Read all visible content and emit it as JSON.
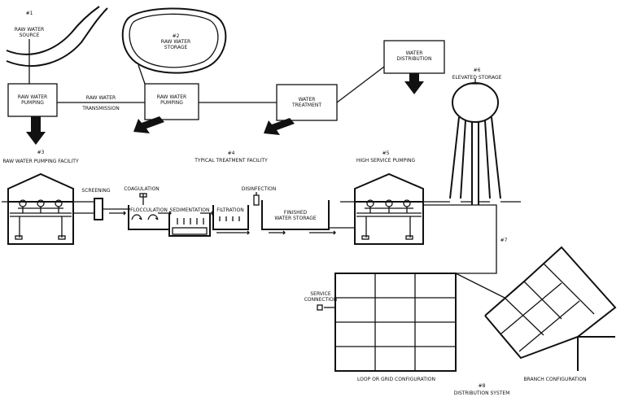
{
  "labels": {
    "raw_source_num": "#1",
    "raw_source_1": "RAW WATER",
    "raw_source_2": "SOURCE",
    "raw_storage_num": "#2",
    "raw_storage_1": "RAW WATER",
    "raw_storage_2": "STORAGE",
    "raw_pumping_1": "RAW WATER",
    "raw_pumping_2": "PUMPING",
    "transmission_1": "RAW WATER",
    "transmission_2": "TRANSMISSION",
    "storage_pumping_1": "RAW WATER",
    "storage_pumping_2": "PUMPING",
    "treatment_1": "WATER",
    "treatment_2": "TREATMENT",
    "distribution_1": "WATER",
    "distribution_2": "DISTRIBUTION",
    "elevated_num": "#6",
    "elevated": "ELEVATED STORAGE",
    "facility_3": "#3",
    "facility_3_title": "RAW WATER PUMPING FACILITY",
    "facility_4": "#4",
    "facility_4_title": "TYPICAL TREATMENT FACILITY",
    "facility_5": "#5",
    "facility_5_title": "HIGH SERVICE PUMPING",
    "screening": "SCREENING",
    "coagulation": "COAGULATION",
    "flocculation": "FLOCCULATION",
    "sedimentation": "SEDIMENTATION",
    "filtration": "FILTRATION",
    "disinfection": "DISINFECTION",
    "finished_1": "FINISHED",
    "finished_2": "WATER STORAGE",
    "pipe_num": "#7",
    "service_1": "SERVICE",
    "service_2": "CONNECTION",
    "loop": "LOOP OR GRID CONFIGURATION",
    "branch": "BRANCH CONFIGURATION",
    "dist_num": "#8",
    "dist_system": "DISTRIBUTION SYSTEM"
  }
}
